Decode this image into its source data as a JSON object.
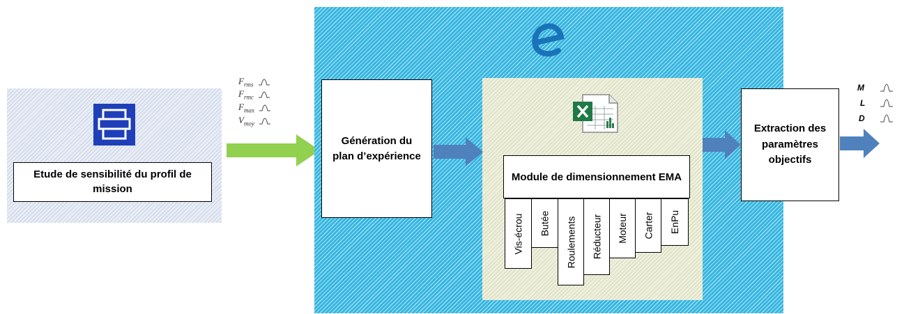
{
  "sensitivity_box": {
    "label": "Etude de sensibilité du profil de mission"
  },
  "input_variables": [
    {
      "symbol": "F",
      "sub": "rms"
    },
    {
      "symbol": "F",
      "sub": "rmc"
    },
    {
      "symbol": "F",
      "sub": "max"
    },
    {
      "symbol": "V",
      "sub": "moy"
    }
  ],
  "doe_box": {
    "label": "Génération du plan d’expérience"
  },
  "sizing_module": {
    "title": "Module de dimensionnement EMA",
    "components": [
      "Vis-écrou",
      "Butée",
      "Roulements",
      "Réducteur",
      "Moteur",
      "Carter",
      "EnPu"
    ]
  },
  "extraction_box": {
    "label": "Extraction des paramètres objectifs"
  },
  "output_variables": [
    "M",
    "L",
    "D"
  ],
  "colors": {
    "green_arrow": "#92d050",
    "blue_arrow": "#4f81bd",
    "cyan_region": "#33b5e0",
    "excel_green": "#1f7a45",
    "logo_blue": "#1f3fb8",
    "e_logo": "#1a73b8"
  },
  "icons": [
    "printer-icon",
    "e-logo-icon",
    "excel-icon",
    "pulse-icon"
  ]
}
